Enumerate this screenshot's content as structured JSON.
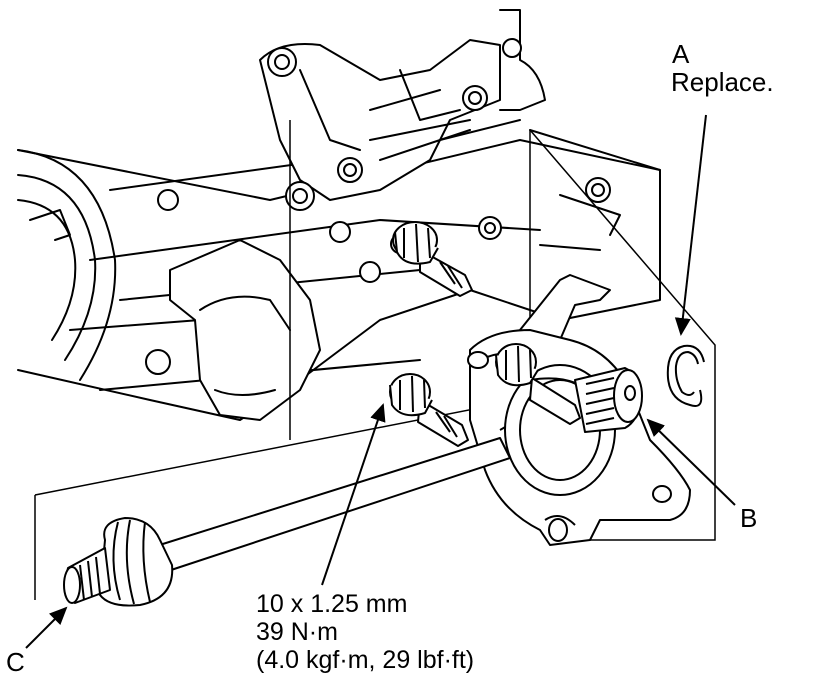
{
  "callouts": {
    "a": {
      "letter": "A",
      "note": "Replace."
    },
    "b": {
      "letter": "B"
    },
    "c": {
      "letter": "C"
    }
  },
  "spec": {
    "thread": "10 x 1.25 mm",
    "torque_nm": "39 N·m",
    "torque_alt": "(4.0 kgf·m, 29 lbf·ft)"
  }
}
